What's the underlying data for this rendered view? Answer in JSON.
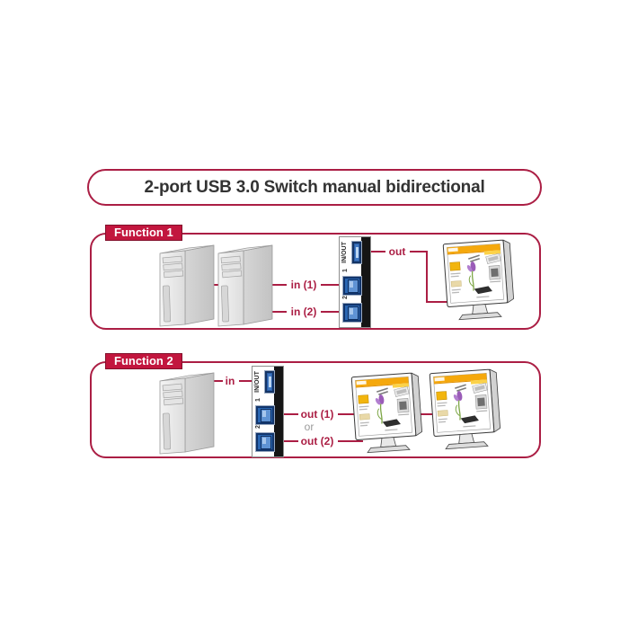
{
  "title_banner": {
    "text": "2-port USB 3.0 Switch manual bidirectional"
  },
  "colors": {
    "accent": "#ab1e44",
    "function_label_bg": "#c2163e",
    "usb_port_blue": "#2a66b2",
    "switch_side_black": "#151515",
    "or_text_gray": "#9b9b9b",
    "screen_header_orange": "#f5a80c"
  },
  "panels": [
    {
      "label": "Function 1",
      "switch_ports": [
        "IN/OUT",
        "1",
        "2"
      ],
      "connections": {
        "in1": "in (1)",
        "in2": "in (2)",
        "out": "out"
      },
      "devices": {
        "computers": 2,
        "monitors": 1
      }
    },
    {
      "label": "Function 2",
      "switch_ports": [
        "IN/OUT",
        "1",
        "2"
      ],
      "connections": {
        "in": "in",
        "out1": "out (1)",
        "or": "or",
        "out2": "out (2)"
      },
      "devices": {
        "computers": 1,
        "monitors": 2
      }
    }
  ]
}
